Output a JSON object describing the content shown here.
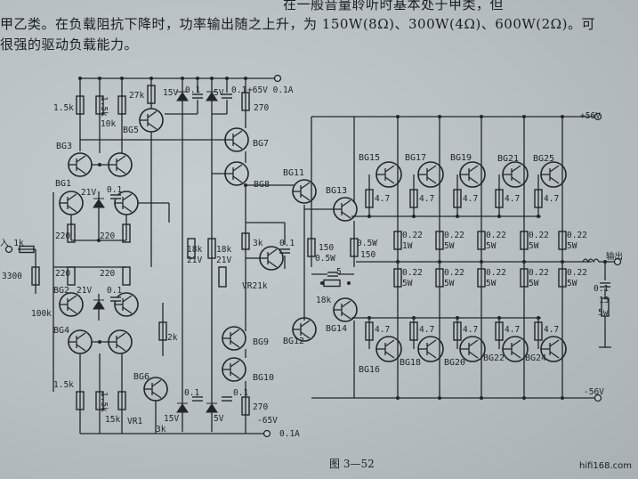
{
  "text": {
    "line1": "在一般音量聆听时基本处于甲类，但",
    "line2": "甲乙类。在负载阻抗下降时，功率输出随之上升，为 150W(8Ω)、300W(4Ω)、600W(2Ω)。可",
    "line3": "很强的驱动负载能力。"
  },
  "figure": {
    "caption": "图 3—52",
    "watermark": "hifi168.com"
  },
  "labels": {
    "r1": "1.5k",
    "r2": "1.5k",
    "r3": "10k",
    "r4": "27k",
    "bg5": "BG5",
    "z1": "15V",
    "c1": "0.1",
    "z2": "5V",
    "c2": "0.1",
    "vpos": "+65V 0.1A",
    "r270a": "270",
    "bg3": "BG3",
    "bg1": "BG1",
    "z3": "21V",
    "c3": "0.1",
    "r220a": "220",
    "r220b": "220",
    "bg7": "BG7",
    "bg8": "BG8",
    "bg11": "BG11",
    "bg13": "BG13",
    "input": "入 1k",
    "r3300": "3300",
    "r100k": "100k",
    "r220c": "220",
    "r220d": "220",
    "bg2": "BG2",
    "z4": "21V",
    "c4": "0.1",
    "r18ka": "18k",
    "v21a": "21V",
    "r18kb": "18k",
    "v21b": "21V",
    "r3k": "3k",
    "c5": "0.1",
    "vr2": "VR21k",
    "r150a": "150",
    "w05a": "0.5W",
    "w05b": "0.5W",
    "r150b": "150",
    "c6": "5",
    "r18kc": "18k",
    "bg12": "BG12",
    "bg14": "BG14",
    "r2k": "2k",
    "bg4": "BG4",
    "bg9": "BG9",
    "bg10": "BG10",
    "bg6": "BG6",
    "r1_5kb": "1.5k",
    "r1_5kc": "1.5k",
    "r15k": "15k",
    "vr1": "VR1",
    "r3kb": "3k",
    "z5": "15V",
    "c7": "0.1",
    "z6": "5V",
    "c8": "0.1",
    "r270b": "270",
    "vneg": "-65V",
    "ineg": "0.1A",
    "v56p": "+56V",
    "v56n": "-56V",
    "out": "输出",
    "c9": "0.1",
    "r15": "15",
    "w5": "5w",
    "bg15": "BG15",
    "bg17": "BG17",
    "bg19": "BG19",
    "bg21": "BG21",
    "bg25": "BG25",
    "bg16": "BG16",
    "bg18": "BG18",
    "bg20": "BG20",
    "bg22": "BG22",
    "bg24": "BG24",
    "r47": "4.7",
    "r022": "0.22",
    "w1": "1W",
    "w5w": "5W"
  }
}
